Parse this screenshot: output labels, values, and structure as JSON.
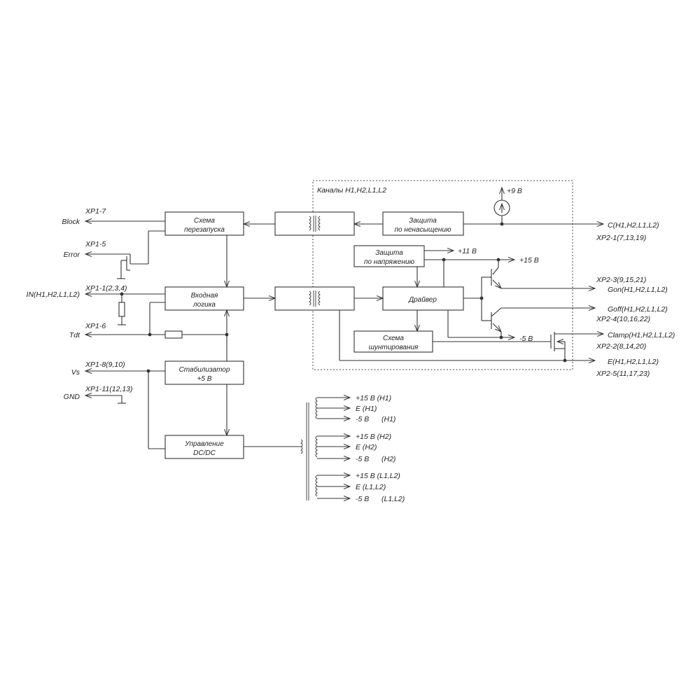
{
  "channels_label": "Каналы H1,H2,L1,L2",
  "blocks": {
    "restart": [
      "Схема",
      "перезапуска"
    ],
    "input_logic": [
      "Входная",
      "логика"
    ],
    "stabilizer": [
      "Стабилизатор",
      "+5 В"
    ],
    "dcdc": [
      "Управление",
      "DC/DC"
    ],
    "desat": [
      "Защита",
      "по ненасыщению"
    ],
    "voltage_prot": [
      "Защита",
      "по напряжению"
    ],
    "driver": [
      "Драйвер"
    ],
    "shunt": [
      "Схема",
      "шунтирования"
    ]
  },
  "left_pins": [
    {
      "pin": "XP1-7",
      "signal": "Block"
    },
    {
      "pin": "XP1-5",
      "signal": "Error"
    },
    {
      "pin": "XP1-1(2,3,4)",
      "signal": "IN(H1,H2,L1,L2)"
    },
    {
      "pin": "XP1-6",
      "signal": "Tdt"
    },
    {
      "pin": "XP1-8(9,10)",
      "signal": "Vs"
    },
    {
      "pin": "XP1-11(12,13)",
      "signal": "GND"
    }
  ],
  "rails": {
    "p9": "+9 В",
    "p11": "+11 В",
    "p15": "+15 В",
    "m5": "-5 В"
  },
  "right_outputs": [
    {
      "signal": "C(H1,H2,L1,L2)",
      "pin": "XP2-1(7,13,19)"
    },
    {
      "pin": "XP2-3(9,15,21)",
      "signal": "Gon(H1,H2,L1,L2)"
    },
    {
      "signal": "Goff(H1,H2,L1,L2)",
      "pin": "XP2-4(10,16,22)"
    },
    {
      "signal": "Clamp(H1,H2,L1,L2)",
      "pin": "XP2-2(8,14,20)"
    },
    {
      "signal": "E(H1,H2,L1,L2)",
      "pin": "XP2-5(11,17,23)"
    }
  ],
  "dcdc_outputs": [
    {
      "p15": "+15 В (H1)",
      "e": "E (H1)",
      "m5": "-5 В",
      "m5_ch": "(H1)"
    },
    {
      "p15": "+15 В (H2)",
      "e": "E (H2)",
      "m5": "-5 В",
      "m5_ch": "(H2)"
    },
    {
      "p15": "+15 В (L1,L2)",
      "e": "E (L1,L2)",
      "m5": "-5 В",
      "m5_ch": "(L1,L2)"
    }
  ]
}
